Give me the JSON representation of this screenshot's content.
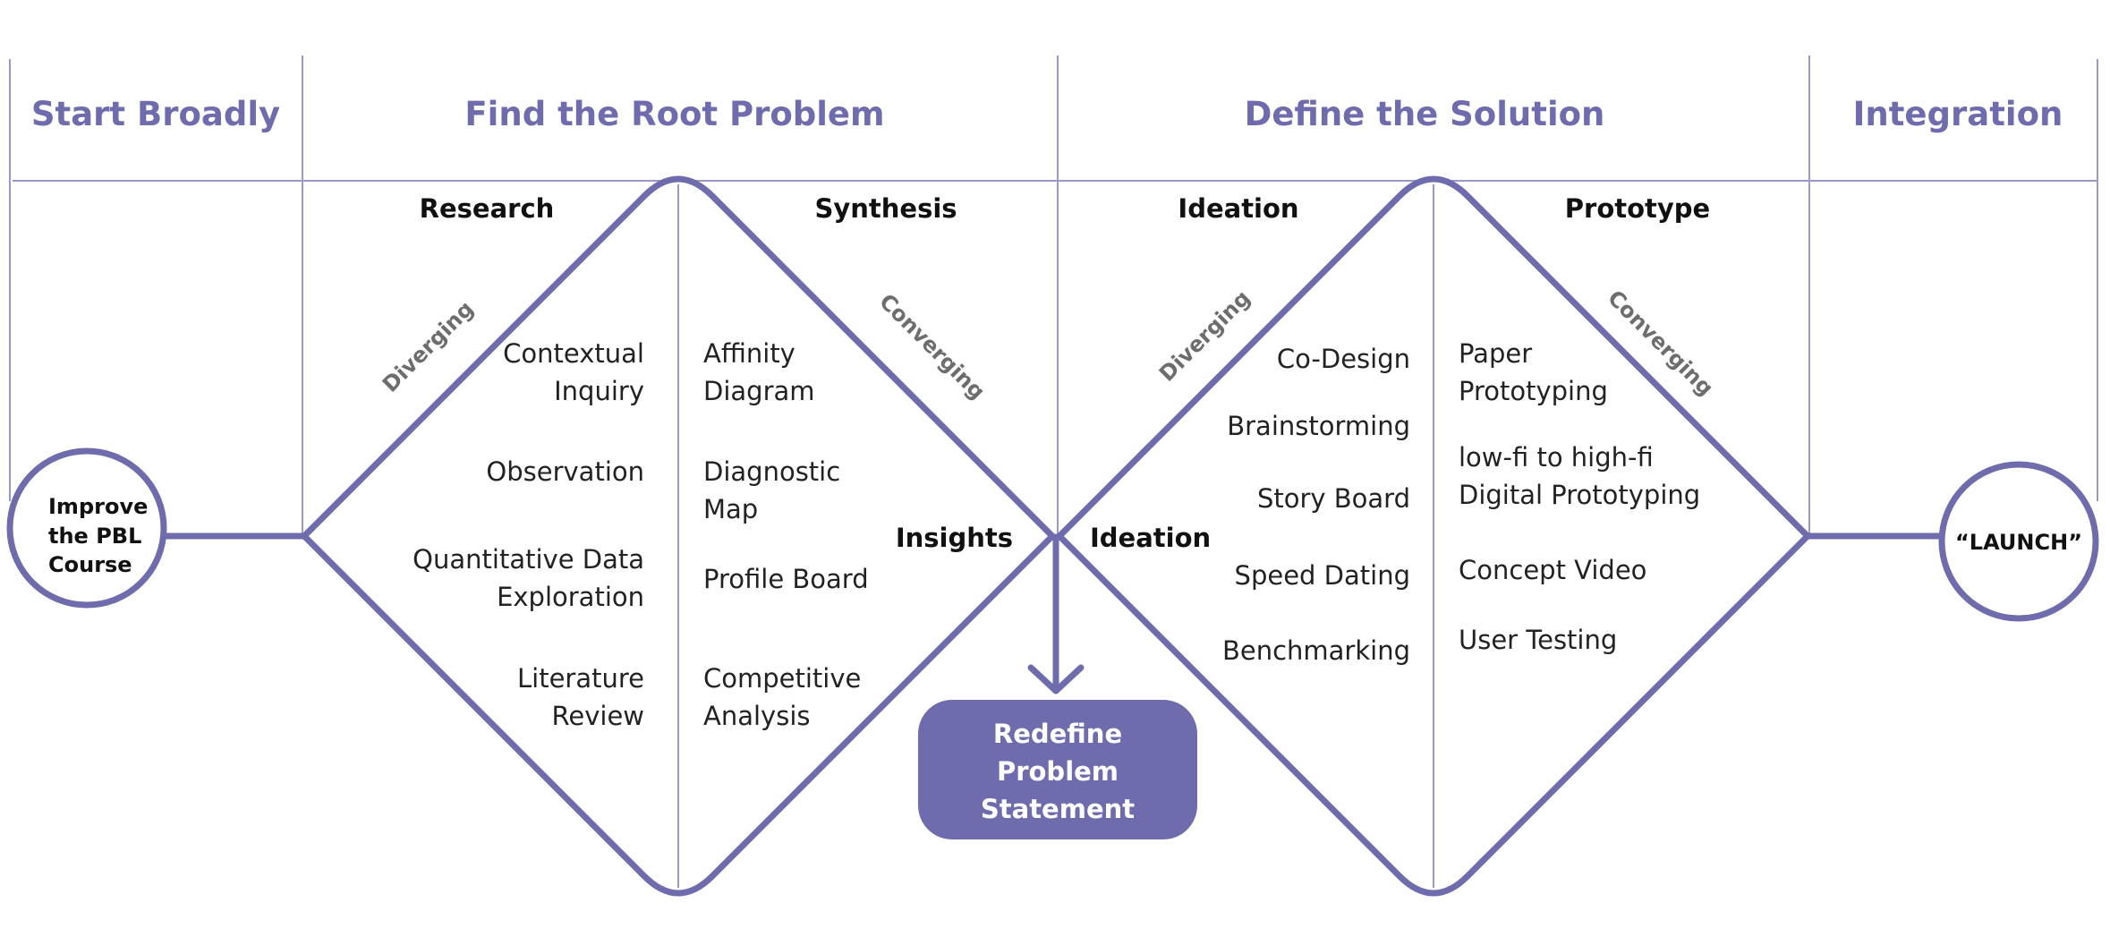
{
  "phases": {
    "start_broadly": "Start Broadly",
    "find_root_problem": "Find the Root Problem",
    "define_solution": "Define the Solution",
    "integration": "Integration"
  },
  "stages": {
    "research": "Research",
    "synthesis": "Synthesis",
    "ideation_top": "Ideation",
    "prototype": "Prototype",
    "insights": "Insights",
    "ideation_mid": "Ideation"
  },
  "directions": {
    "diverging_1": "Diverging",
    "converging_1": "Converging",
    "diverging_2": "Diverging",
    "converging_2": "Converging"
  },
  "start_node": {
    "line1": "Improve",
    "line2": "the PBL",
    "line3": "Course"
  },
  "end_node": {
    "label": "“LAUNCH”"
  },
  "research_methods": {
    "contextual_1": "Contextual",
    "contextual_2": "Inquiry",
    "observation": "Observation",
    "quant_1": "Quantitative Data",
    "quant_2": "Exploration",
    "literature_1": "Literature",
    "literature_2": "Review"
  },
  "synthesis_methods": {
    "affinity_1": "Affinity",
    "affinity_2": "Diagram",
    "diagnostic_1": "Diagnostic",
    "diagnostic_2": "Map",
    "profile_board": "Profile Board",
    "competitive_1": "Competitive",
    "competitive_2": "Analysis"
  },
  "ideation_methods": {
    "co_design": "Co-Design",
    "brainstorming": "Brainstorming",
    "story_board": "Story Board",
    "speed_dating": "Speed Dating",
    "benchmarking": "Benchmarking"
  },
  "prototype_methods": {
    "paper_1": "Paper",
    "paper_2": "Prototyping",
    "lofi_1": "low-fi to high-fi",
    "lofi_2": "Digital Prototyping",
    "concept_video": "Concept Video",
    "user_testing": "User Testing"
  },
  "redefine_box": {
    "line1": "Redefine",
    "line2": "Problem",
    "line3": "Statement"
  },
  "colors": {
    "accent": "#6e6cac",
    "grid": "#9a98c8",
    "text": "#222222"
  }
}
